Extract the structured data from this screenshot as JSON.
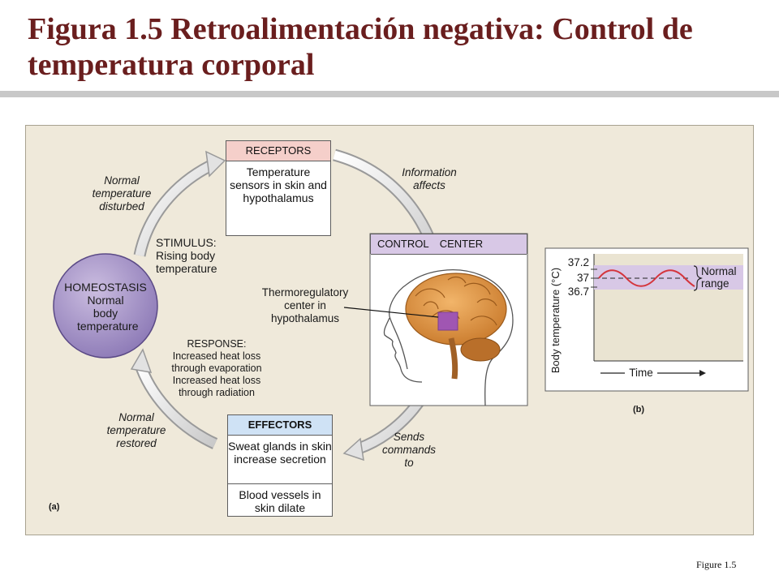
{
  "title": "Figura 1.5  Retroalimentación negativa: Control de temperatura corporal",
  "caption": "Figure 1.5",
  "panel_a": {
    "label": "(a)",
    "receptors": {
      "header": "RECEPTORS",
      "body": "Temperature sensors in skin and hypothalamus"
    },
    "control_center": {
      "header": "CONTROL CENTER"
    },
    "effectors": {
      "header": "EFFECTORS",
      "body1": "Sweat glands in skin increase secretion",
      "body2": "Blood vessels in skin dilate"
    },
    "homeostasis": {
      "heading": "HOMEOSTASIS",
      "body": "Normal body temperature"
    },
    "stimulus": "STIMULUS: Rising body temperature",
    "thermoregulatory": "Thermoregulatory center in hypothalamus",
    "response": {
      "heading": "RESPONSE:",
      "lines": "Increased heat loss through evaporation Increased heat loss through radiation"
    },
    "normal_disturbed": "Normal temperature disturbed",
    "information_affects": "Information affects",
    "sends_commands": "Sends commands to",
    "normal_restored": "Normal temperature restored"
  },
  "panel_b": {
    "label": "(b)",
    "ylabel": "Body temperature (°C)",
    "xlabel": "Time",
    "ticks": [
      "37.2",
      "37",
      "36.7"
    ],
    "normal_range": "Normal range"
  },
  "colors": {
    "title": "#6a1e1e",
    "panel_bg": "#efe9da",
    "homeostasis": "#9d8cc3",
    "normal_band": "#d8c8e6",
    "curve": "#d4353c"
  }
}
